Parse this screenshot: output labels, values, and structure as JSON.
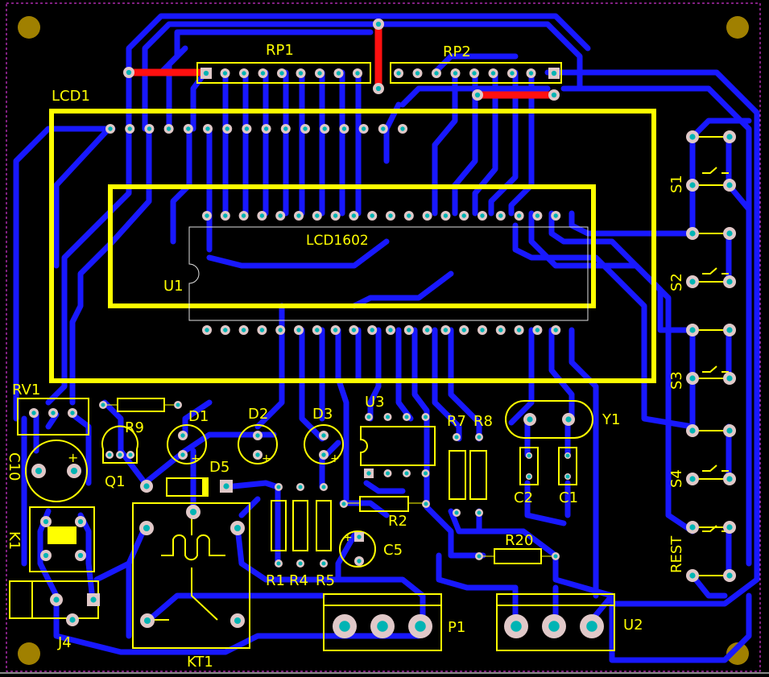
{
  "board": {
    "background": "#000000",
    "colors": {
      "top_copper": "#1818ff",
      "bottom_copper": "#ff1010",
      "silkscreen": "#ffff00",
      "pad_ring": "#e0c8c8",
      "pad_center": "#00b4b4",
      "mount_hole": "#a08000",
      "board_edge": "#ff40ff"
    }
  },
  "components": {
    "lcd1": "LCD1",
    "lcd1602": "LCD1602",
    "u1": "U1",
    "rp1": "RP1",
    "rp2": "RP2",
    "rv1": "RV1",
    "c10": "C10",
    "k1": "K1",
    "j4": "J4",
    "q1": "Q1",
    "r9": "R9",
    "d1": "D1",
    "d2": "D2",
    "d3": "D3",
    "d5": "D5",
    "kt1": "KT1",
    "r1": "R1",
    "r4": "R4",
    "r5": "R5",
    "u3": "U3",
    "r2": "R2",
    "c5": "C5",
    "r7": "R7",
    "r8": "R8",
    "r20": "R20",
    "y1": "Y1",
    "c2": "C2",
    "c1": "C1",
    "p1": "P1",
    "u2": "U2",
    "s1": "S1",
    "s2": "S2",
    "s3": "S3",
    "s4": "S4",
    "rest": "REST"
  },
  "polarity": {
    "plus": "+"
  }
}
